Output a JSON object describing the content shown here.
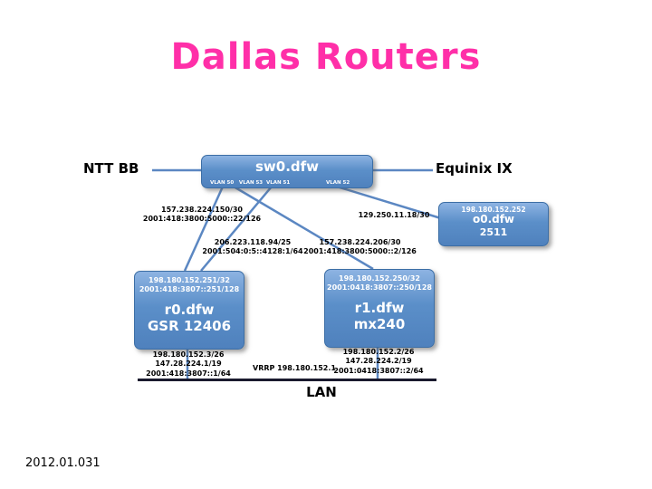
{
  "title": "Dallas Routers",
  "footer": "2012.01.031",
  "side": {
    "ntt": "NTT BB",
    "equinix": "Equinix IX"
  },
  "switch": {
    "name": "sw0.dfw",
    "vlans_left": "VLAN 50   VLAN 53  VLAN 51",
    "vlan_right": "VLAN 52"
  },
  "oob": {
    "ip": "198.180.152.252",
    "name": "o0.dfw",
    "model": "2511"
  },
  "link_labels": {
    "ntt": [
      "157.238.224.150/30",
      "2001:418:3800:5000::22/126"
    ],
    "oob": "129.250.11.18/30",
    "ix": [
      "206.223.118.94/25",
      "2001:504:0:5::4128:1/64"
    ],
    "r1": [
      "157.238.224.206/30",
      "2001:418:3800:5000::2/126"
    ]
  },
  "routers": {
    "r0": {
      "lo1": "198.180.152.251/32",
      "lo2": "2001:418:3807::251/128",
      "name": "r0.dfw",
      "model": "GSR 12406",
      "lan1": "198.180.152.3/26",
      "lan2": "147.28.224.1/19",
      "lan3": "2001:418:3807::1/64"
    },
    "r1": {
      "lo1": "198.180.152.250/32",
      "lo2": "2001:0418:3807::250/128",
      "name": "r1.dfw",
      "model": "mx240",
      "lan1": "198.180.152.2/26",
      "lan2": "147.28.224.2/19",
      "lan3": "2001:0418:3807::2/64"
    }
  },
  "lan": {
    "label": "LAN",
    "vrrp": "VRRP 198.180.152.1"
  },
  "colors": {
    "line_blue": "#5b87c2",
    "title_pink": "#ff2fa8",
    "box_blue": "#4f81bd"
  }
}
